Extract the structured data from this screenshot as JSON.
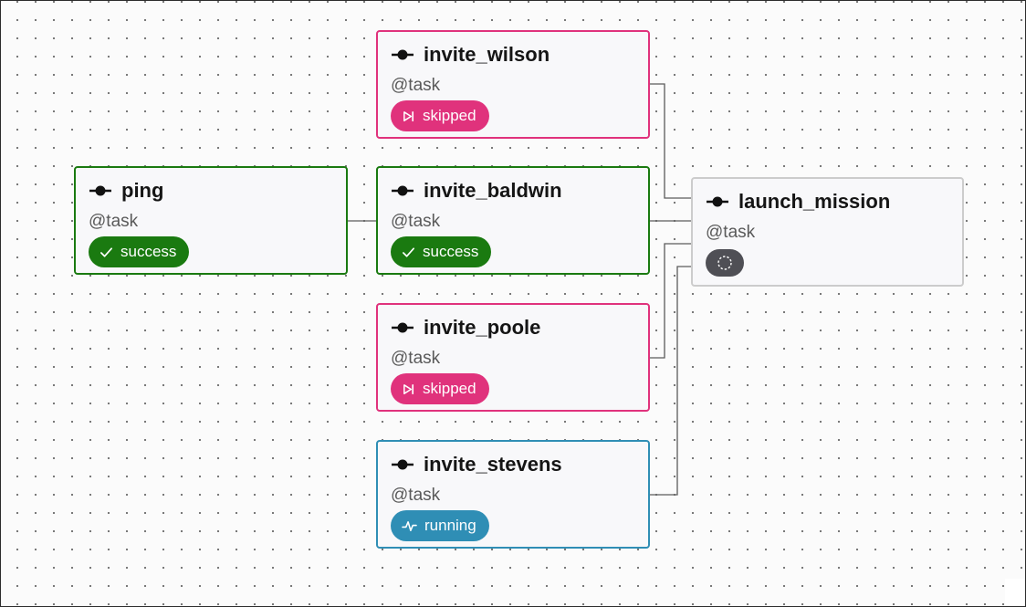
{
  "colors": {
    "success": "#1a7a10",
    "skipped": "#e0327c",
    "running": "#2f8eb5",
    "none": "#4f4f55",
    "neutral_border": "#cccccc"
  },
  "nodes": {
    "ping": {
      "name": "ping",
      "decorator": "@task",
      "state": "success",
      "state_label": "success",
      "state_icon": "check-icon"
    },
    "invite_wilson": {
      "name": "invite_wilson",
      "decorator": "@task",
      "state": "skipped",
      "state_label": "skipped",
      "state_icon": "skip-icon"
    },
    "invite_baldwin": {
      "name": "invite_baldwin",
      "decorator": "@task",
      "state": "success",
      "state_label": "success",
      "state_icon": "check-icon"
    },
    "invite_poole": {
      "name": "invite_poole",
      "decorator": "@task",
      "state": "skipped",
      "state_label": "skipped",
      "state_icon": "skip-icon"
    },
    "invite_stevens": {
      "name": "invite_stevens",
      "decorator": "@task",
      "state": "running",
      "state_label": "running",
      "state_icon": "activity-icon"
    },
    "launch_mission": {
      "name": "launch_mission",
      "decorator": "@task",
      "state": "none",
      "state_label": "",
      "state_icon": "dashed-circle-icon"
    }
  },
  "edges": [
    [
      "ping",
      "invite_baldwin"
    ],
    [
      "invite_wilson",
      "launch_mission"
    ],
    [
      "invite_baldwin",
      "launch_mission"
    ],
    [
      "invite_poole",
      "launch_mission"
    ],
    [
      "invite_stevens",
      "launch_mission"
    ]
  ]
}
